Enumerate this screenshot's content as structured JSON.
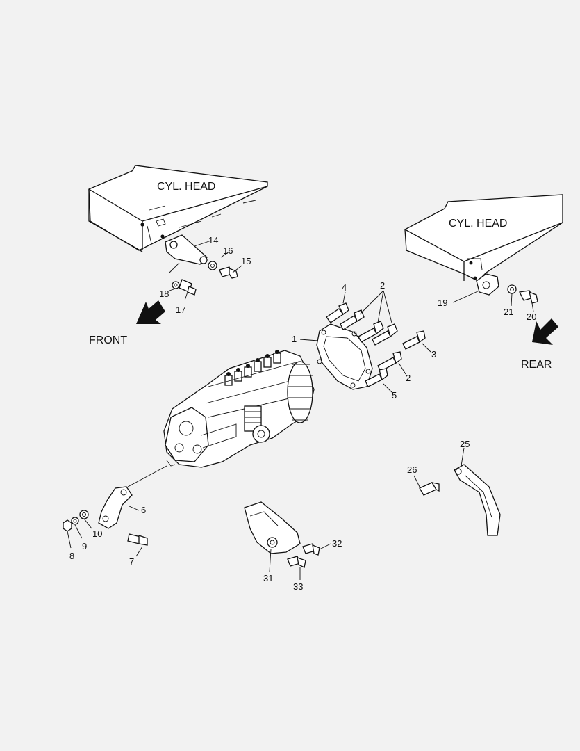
{
  "labels": {
    "cyl_head_left": "CYL. HEAD",
    "cyl_head_right": "CYL. HEAD",
    "front": "FRONT",
    "rear": "REAR"
  },
  "callouts": {
    "c1": "1",
    "c2a": "2",
    "c2b": "2",
    "c3": "3",
    "c4": "4",
    "c5": "5",
    "c6": "6",
    "c7": "7",
    "c8": "8",
    "c9": "9",
    "c10": "10",
    "c14": "14",
    "c15": "15",
    "c16": "16",
    "c17": "17",
    "c18": "18",
    "c19": "19",
    "c20": "20",
    "c21": "21",
    "c25": "25",
    "c26": "26",
    "c31": "31",
    "c32": "32",
    "c33": "33"
  },
  "icons": {
    "front_arrow": "front-direction-arrow-icon",
    "rear_arrow": "rear-direction-arrow-icon"
  }
}
